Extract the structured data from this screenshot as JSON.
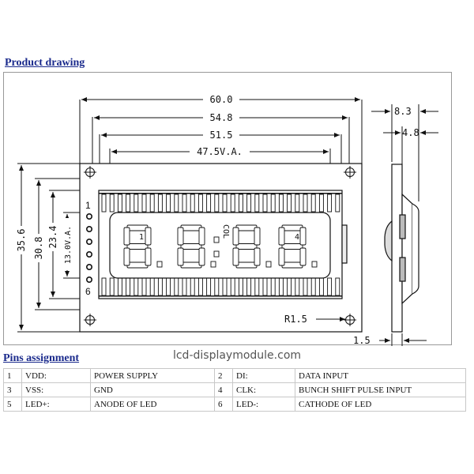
{
  "headings": {
    "product_drawing": "Product drawing",
    "pins_assignment": "Pins assignment"
  },
  "watermark": "lcd-displaymodule.com",
  "dimensions": {
    "width_total": "60.0",
    "width_2": "54.8",
    "width_3": "51.5",
    "width_va": "47.5V.A.",
    "side_thickness": "8.3",
    "side_4_8": "4.8",
    "height_total": "35.6",
    "height_2": "30.8",
    "height_3": "23.4",
    "height_va": "13.0V.A.",
    "radius": "R1.5",
    "offset": "1.5"
  },
  "display": {
    "digit_labels": [
      "1",
      "4"
    ],
    "col_label": "COL",
    "pin_first": "1",
    "pin_last": "6"
  },
  "pins": [
    {
      "left": {
        "num": "1",
        "signal": "VDD:",
        "desc": "POWER SUPPLY"
      },
      "right": {
        "num": "2",
        "signal": "DI:",
        "desc": "DATA INPUT"
      }
    },
    {
      "left": {
        "num": "3",
        "signal": "VSS:",
        "desc": "GND"
      },
      "right": {
        "num": "4",
        "signal": "CLK:",
        "desc": "BUNCH SHIFT PULSE INPUT"
      }
    },
    {
      "left": {
        "num": "5",
        "signal": "LED+:",
        "desc": "ANODE OF LED"
      },
      "right": {
        "num": "6",
        "signal": "LED-:",
        "desc": "CATHODE OF LED"
      }
    }
  ]
}
